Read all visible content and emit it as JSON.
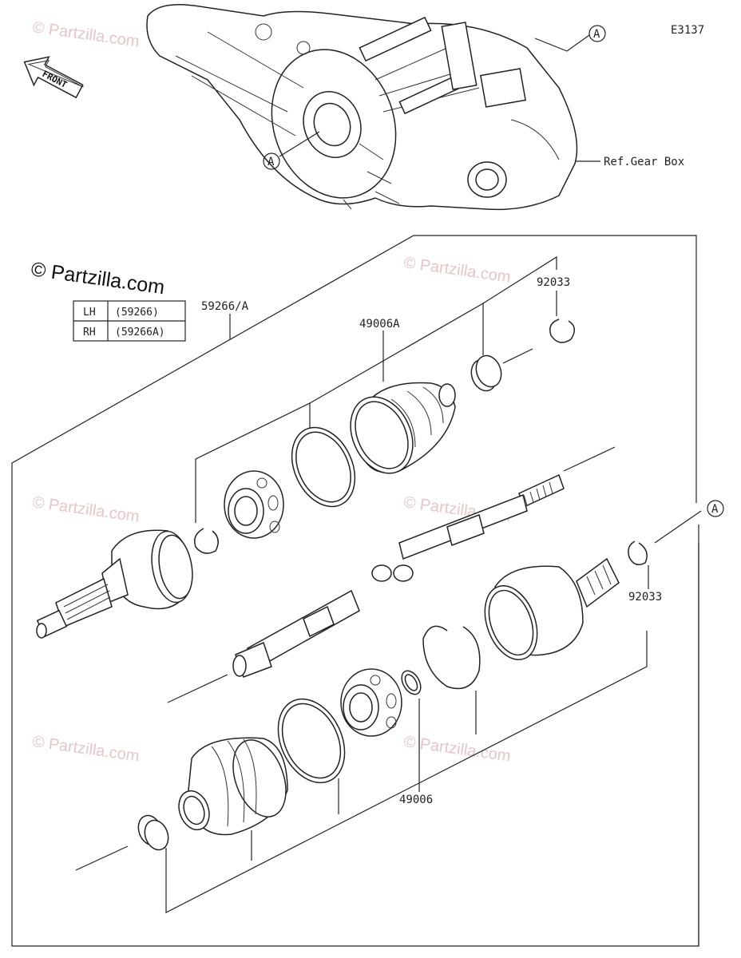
{
  "diagram_code": "E3137",
  "front_label": "FRONT",
  "ref_label": "Ref.Gear Box",
  "callouts": {
    "a_top": "A",
    "a_left": "A",
    "a_right": "A"
  },
  "part_numbers": {
    "assembly": "59266/A",
    "boot_a": "49006A",
    "clip_top": "92033",
    "clip_right": "92033",
    "boot": "49006"
  },
  "side_table": {
    "rows": [
      {
        "side": "LH",
        "part": "(59266)"
      },
      {
        "side": "RH",
        "part": "(59266A)"
      }
    ]
  },
  "copyright": "© Partzilla.com",
  "watermark": "© Partzilla.com"
}
